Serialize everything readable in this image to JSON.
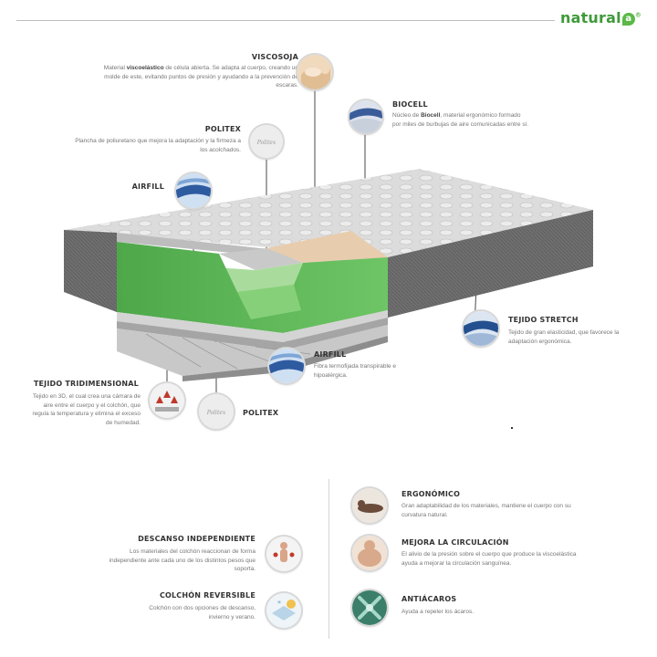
{
  "brand": {
    "name": "natural",
    "mark": "a",
    "reg": "®"
  },
  "layers": {
    "viscosoja": {
      "title": "VISCOSOJA",
      "desc_pre": "Material ",
      "desc_bold": "viscoelástico",
      "desc_post": " de célula abierta. Se adapta al cuerpo, creando un molde de este, evitando puntos de presión y ayudando a la prevención de escaras."
    },
    "biocell": {
      "title": "BIOCELL",
      "desc_pre": "Núcleo de ",
      "desc_bold": "Biocell",
      "desc_post": ", material ergonómico formado por miles de burbujas de aire comunicadas entre sí."
    },
    "politex_top": {
      "title": "POLITEX",
      "desc": "Plancha de poliuretano que mejora la adaptación y la firmeza a los acolchados."
    },
    "airfill_top": {
      "title": "AIRFILL"
    },
    "tejido_stretch": {
      "title": "TEJIDO STRETCH",
      "desc": "Tejido de gran elasticidad, que favorece la adaptación ergonómica."
    },
    "airfill_bottom": {
      "title": "AIRFILL",
      "desc": "Fibra termofijada transpirable e hipoalérgica."
    },
    "tejido_tridimensional": {
      "title": "TEJIDO TRIDIMENSIONAL",
      "desc": "Tejido en 3D, el cual crea una cámara de aire entre el cuerpo y el colchón, que regula la temperatura y elimina el exceso de humedad."
    },
    "politex_bottom": {
      "title": "POLITEX"
    }
  },
  "features": {
    "descanso": {
      "title": "DESCANSO INDEPENDIENTE",
      "desc": "Los materiales del colchón reaccionan de forma independiente ante cada uno de los distintos pesos que soporta."
    },
    "reversible": {
      "title": "COLCHÓN REVERSIBLE",
      "desc": "Colchón con dos opciones de descanso, invierno y verano."
    },
    "ergonomico": {
      "title": "ERGONÓMICO",
      "desc": "Gran adaptabilidad de los materiales, mantiene el cuerpo con su curvatura natural."
    },
    "circulacion": {
      "title": "MEJORA LA CIRCULACIÓN",
      "desc": "El alivio de la presión sobre el cuerpo que produce la viscoelástica ayuda a mejorar la circulación sanguínea."
    },
    "antiacaros": {
      "title": "ANTIÁCAROS",
      "desc": "Ayuda a repeler los ácaros."
    }
  },
  "colors": {
    "brand_green": "#3f9a3a",
    "foam_green": "#5cb85c",
    "viscosoja_beige": "#e9cfb1",
    "cover_grey": "#6d6d6d"
  },
  "icons": [
    "viscosoja-foam-icon",
    "biocell-foam-icon",
    "politex-fabric-icon",
    "airfill-fiber-icon",
    "stretch-fabric-icon",
    "3d-fabric-icon",
    "independent-rest-icon",
    "reversible-icon",
    "ergonomic-icon",
    "circulation-icon",
    "anti-mite-icon"
  ]
}
